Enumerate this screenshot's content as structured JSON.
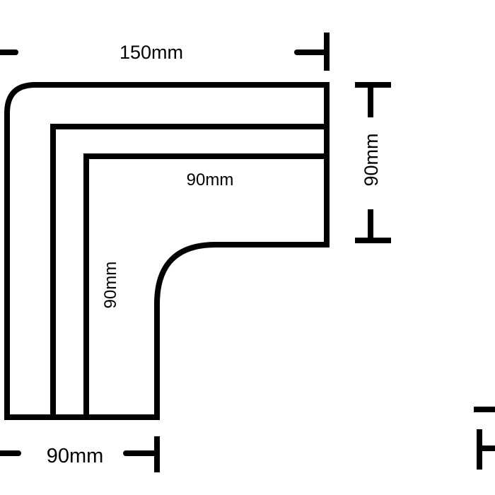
{
  "diagram": {
    "colors": {
      "line": "#000000",
      "background": "#ffffff"
    },
    "labels": {
      "top_width": "150mm",
      "right_height": "90mm",
      "inner_horizontal": "90mm",
      "inner_vertical": "90mm",
      "bottom_width": "90mm"
    }
  }
}
